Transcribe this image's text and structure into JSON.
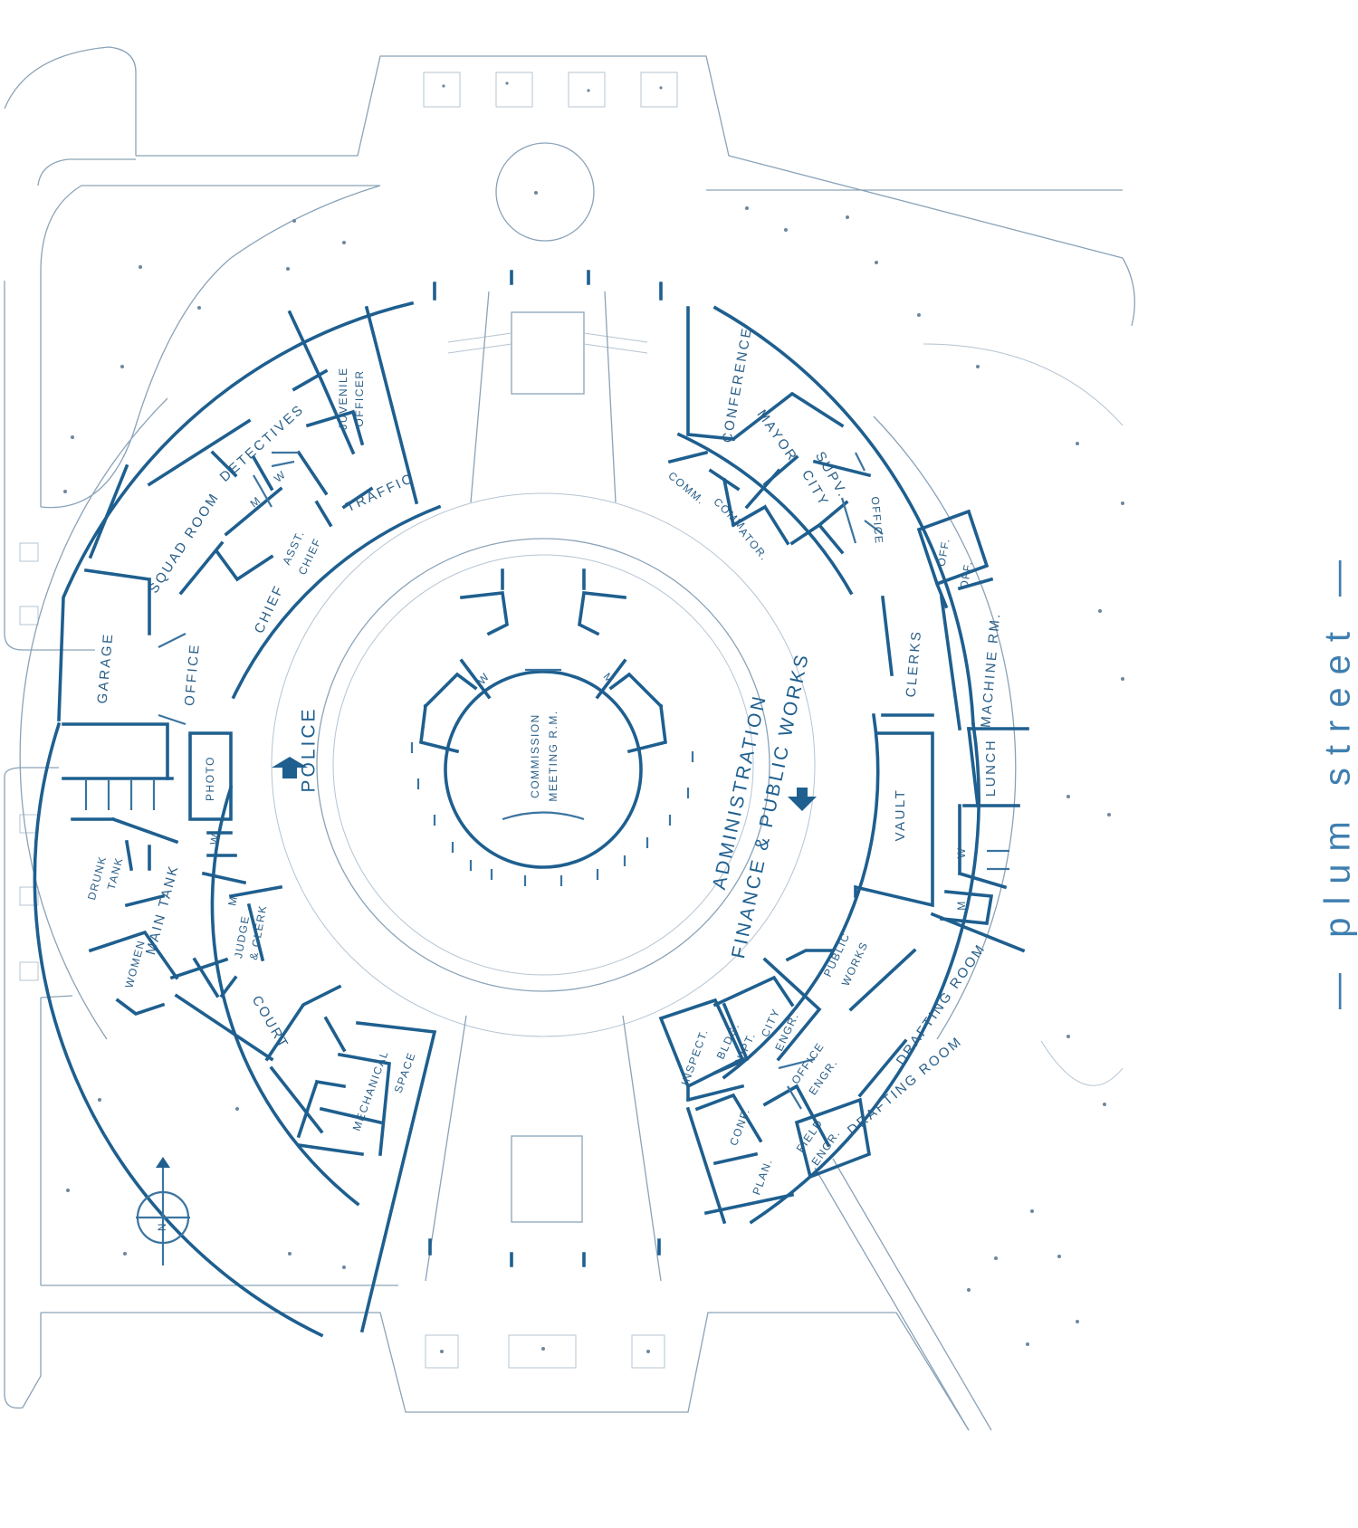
{
  "street_label": "— plum street —",
  "labels": {
    "police": "POLICE",
    "administration": "ADMINISTRATION",
    "finance_public_works": "FINANCE & PUBLIC WORKS",
    "commission_1": "COMMISSION",
    "commission_2": "MEETING R.M.",
    "squad_room": "SQUAD ROOM",
    "detectives": "DETECTIVES",
    "juvenile_1": "JUVENILE",
    "juvenile_2": "OFFICER",
    "traffic": "TRAFFIC",
    "asst_chief_1": "ASST.",
    "asst_chief_2": "CHIEF",
    "chief": "CHIEF",
    "garage": "GARAGE",
    "office_police": "OFFICE",
    "photo": "PHOTO",
    "drunk_tank_1": "DRUNK",
    "drunk_tank_2": "TANK",
    "main_tank": "MAIN TANK",
    "women": "WOMEN",
    "judge_1": "JUDGE",
    "judge_2": "& CLERK",
    "court": "COURT",
    "mechanical_1": "MECHANICAL",
    "mechanical_2": "SPACE",
    "w": "W",
    "m": "M",
    "conference": "CONFERENCE",
    "mayor": "MAYOR",
    "city_supv_1": "CITY",
    "city_supv_2": "SUPV.",
    "office_admin": "OFFICE",
    "comm_1": "COMM.",
    "comm_2": "COMM.",
    "ator": "ATOR.",
    "clerks": "CLERKS",
    "off_1": "OFF.",
    "off_2": "OFF.",
    "machine_rm": "MACHINE RM.",
    "lunch": "LUNCH",
    "vault": "VAULT",
    "public_works_1": "PUBLIC",
    "public_works_2": "WORKS",
    "drafting_room_1": "DRAFTING ROOM",
    "drafting_room_2": "DRAFTING ROOM",
    "city_engr_1": "CITY",
    "city_engr_2": "ENGR.",
    "bldg_supt_1": "BLDG.",
    "bldg_supt_2": "SUPT.",
    "inspect": "INSPECT.",
    "office_engr_1": "OFFICE",
    "office_engr_2": "ENGR.",
    "conf": "CONF.",
    "field_engr_1": "FIELD",
    "field_engr_2": "ENGR.",
    "plan": "PLAN.",
    "north": "N"
  }
}
